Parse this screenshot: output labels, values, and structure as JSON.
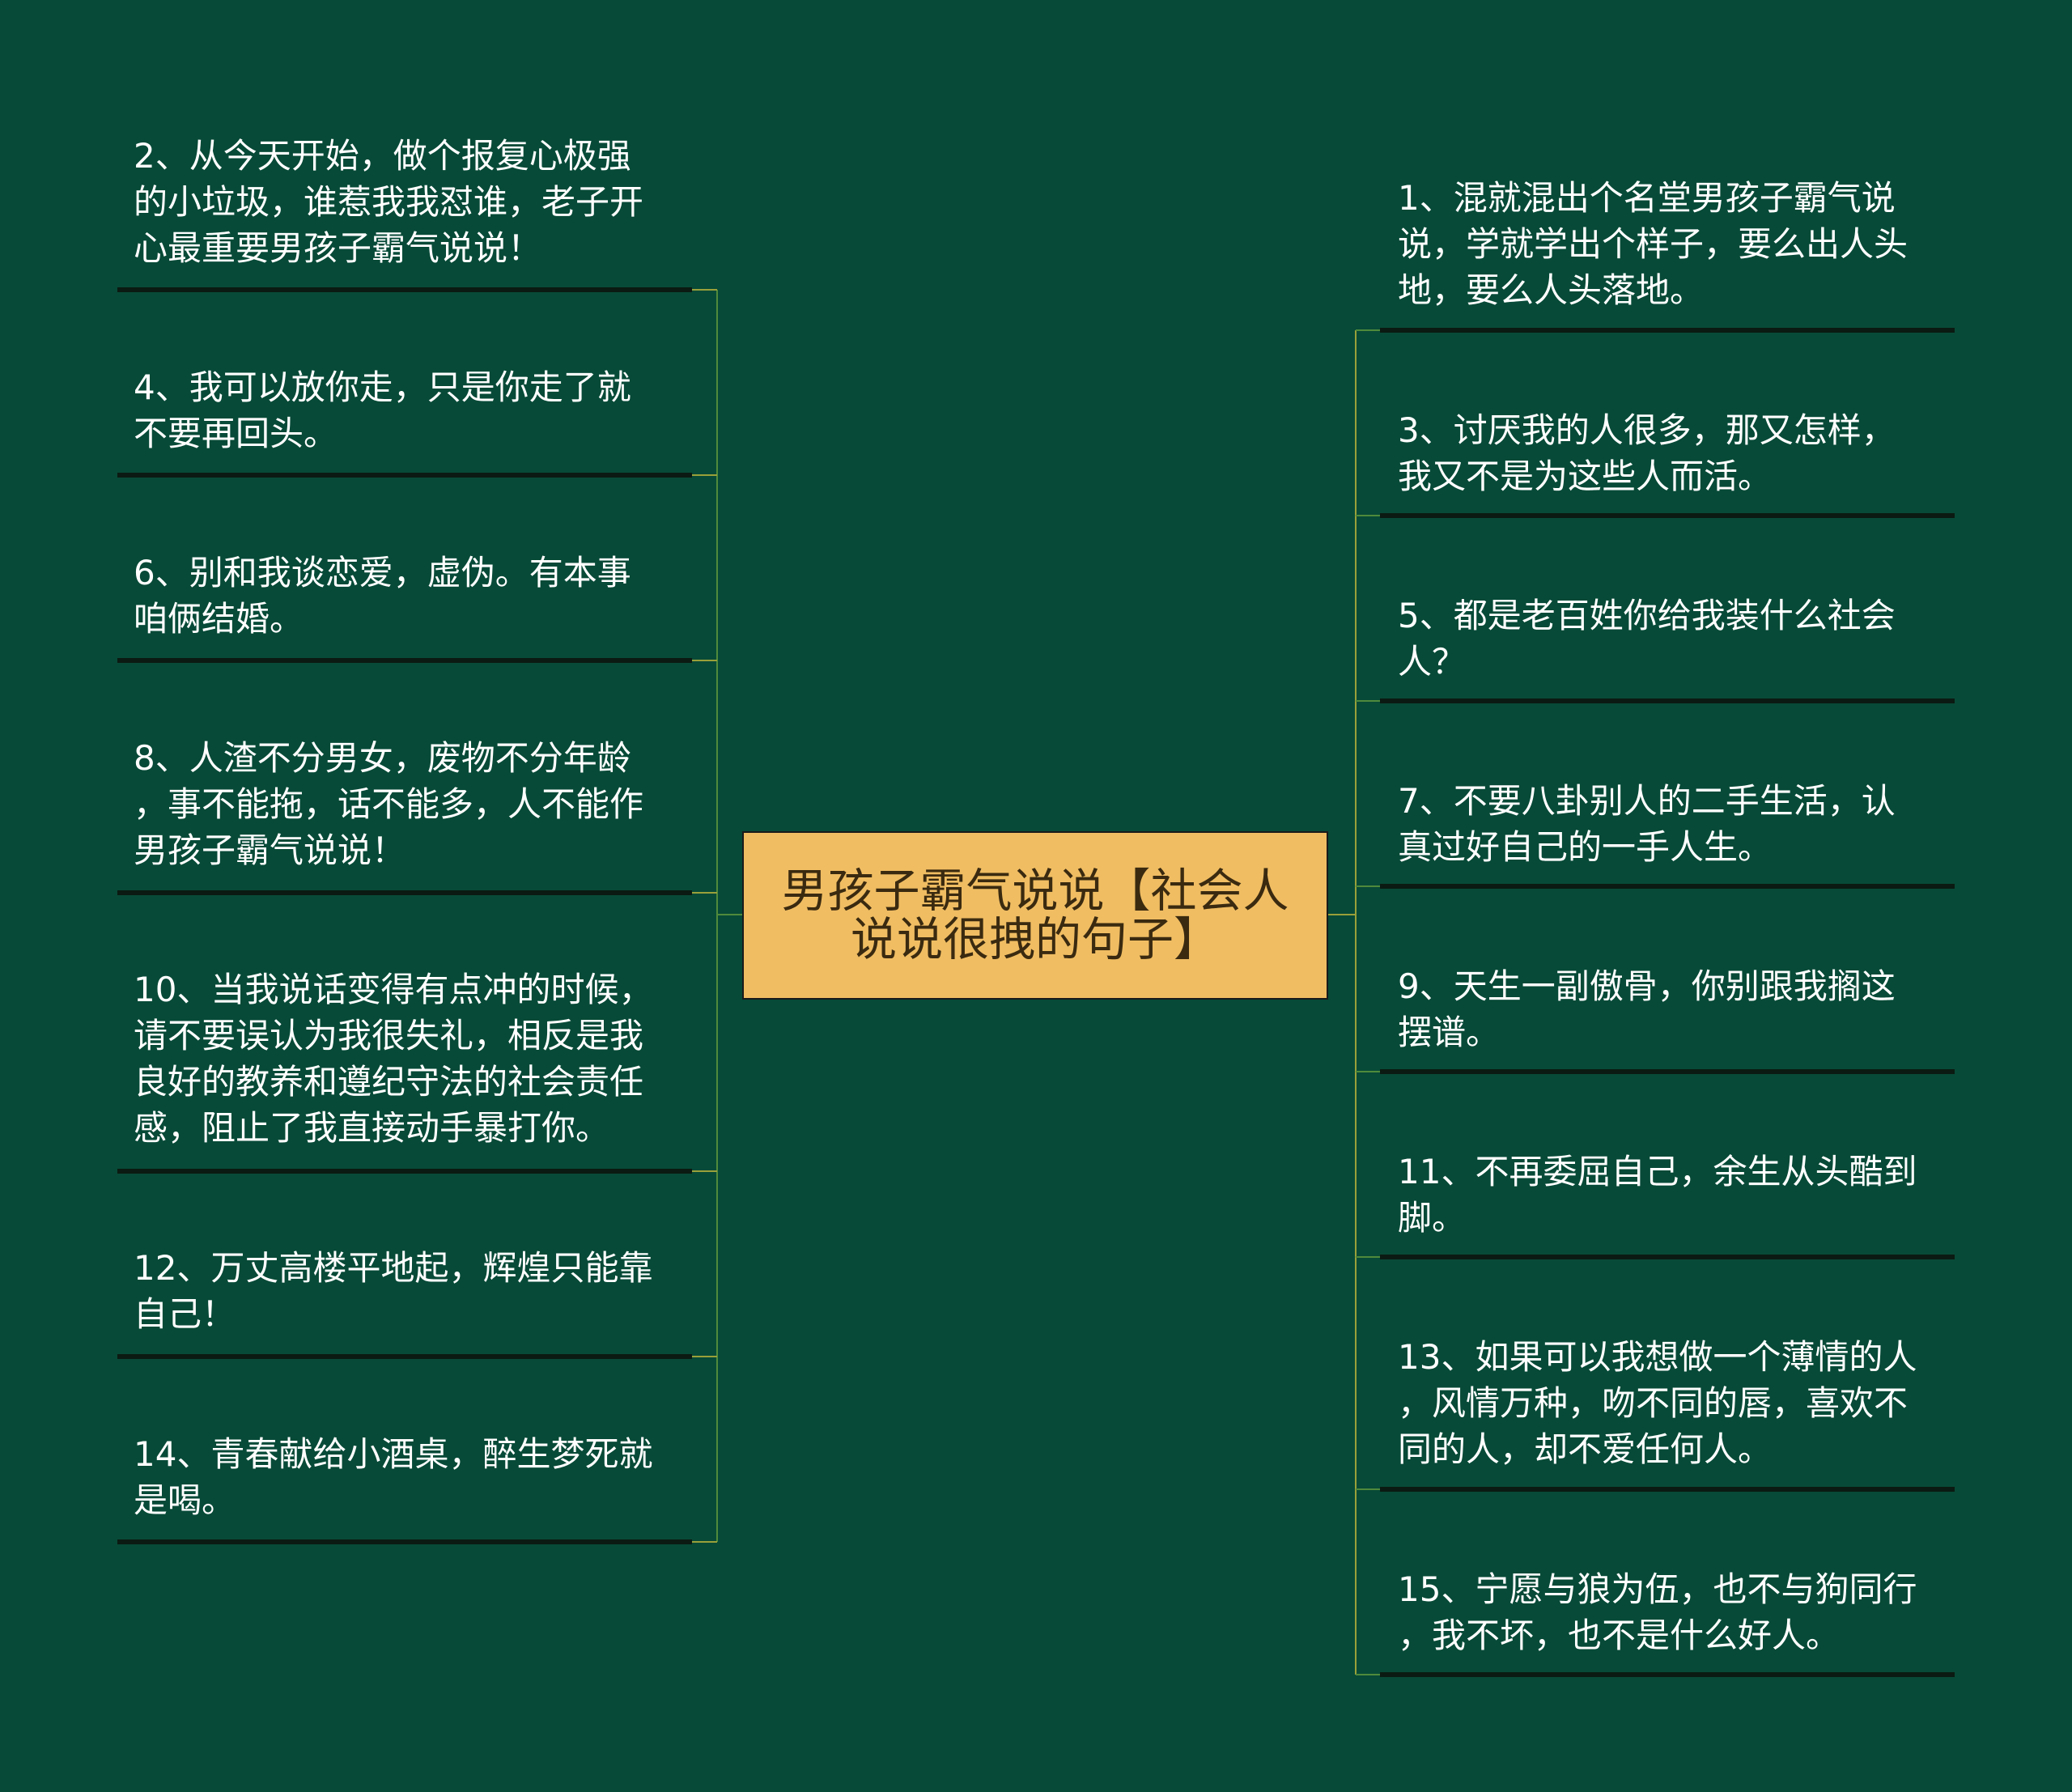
{
  "colors": {
    "background": "#074a37",
    "center_fill": "#f0bd62",
    "node_text": "#ffffff",
    "underline": "#0b1a12",
    "connector_left": "#4f8a3c",
    "connector_right": "#9aa03a"
  },
  "center": {
    "title": "男孩子霸气说说【社会人\n说说很拽的句子】"
  },
  "left_nodes": [
    {
      "text": "2、从今天开始，做个报复心极强\n的小垃圾，谁惹我我怼谁，老子开\n心最重要男孩子霸气说说！"
    },
    {
      "text": "4、我可以放你走，只是你走了就\n不要再回头。"
    },
    {
      "text": "6、别和我谈恋爱，虚伪。有本事\n咱俩结婚。"
    },
    {
      "text": "8、人渣不分男女，废物不分年龄\n，事不能拖，话不能多，人不能作\n男孩子霸气说说！"
    },
    {
      "text": "10、当我说话变得有点冲的时候，\n请不要误认为我很失礼，相反是我\n良好的教养和遵纪守法的社会责任\n感，阻止了我直接动手暴打你。"
    },
    {
      "text": "12、万丈高楼平地起，辉煌只能靠\n自己！"
    },
    {
      "text": "14、青春献给小酒桌，醉生梦死就\n是喝。"
    }
  ],
  "right_nodes": [
    {
      "text": "1、混就混出个名堂男孩子霸气说\n说，学就学出个样子，要么出人头\n地，要么人头落地。"
    },
    {
      "text": "3、讨厌我的人很多，那又怎样，\n我又不是为这些人而活。"
    },
    {
      "text": "5、都是老百姓你给我装什么社会\n人？"
    },
    {
      "text": "7、不要八卦别人的二手生活，认\n真过好自己的一手人生。"
    },
    {
      "text": "9、天生一副傲骨，你别跟我搁这\n摆谱。"
    },
    {
      "text": "11、不再委屈自己，余生从头酷到\n脚。"
    },
    {
      "text": "13、如果可以我想做一个薄情的人\n，风情万种，吻不同的唇，喜欢不\n同的人，却不爱任何人。"
    },
    {
      "text": "15、宁愿与狼为伍，也不与狗同行\n，我不坏，也不是什么好人。"
    }
  ]
}
